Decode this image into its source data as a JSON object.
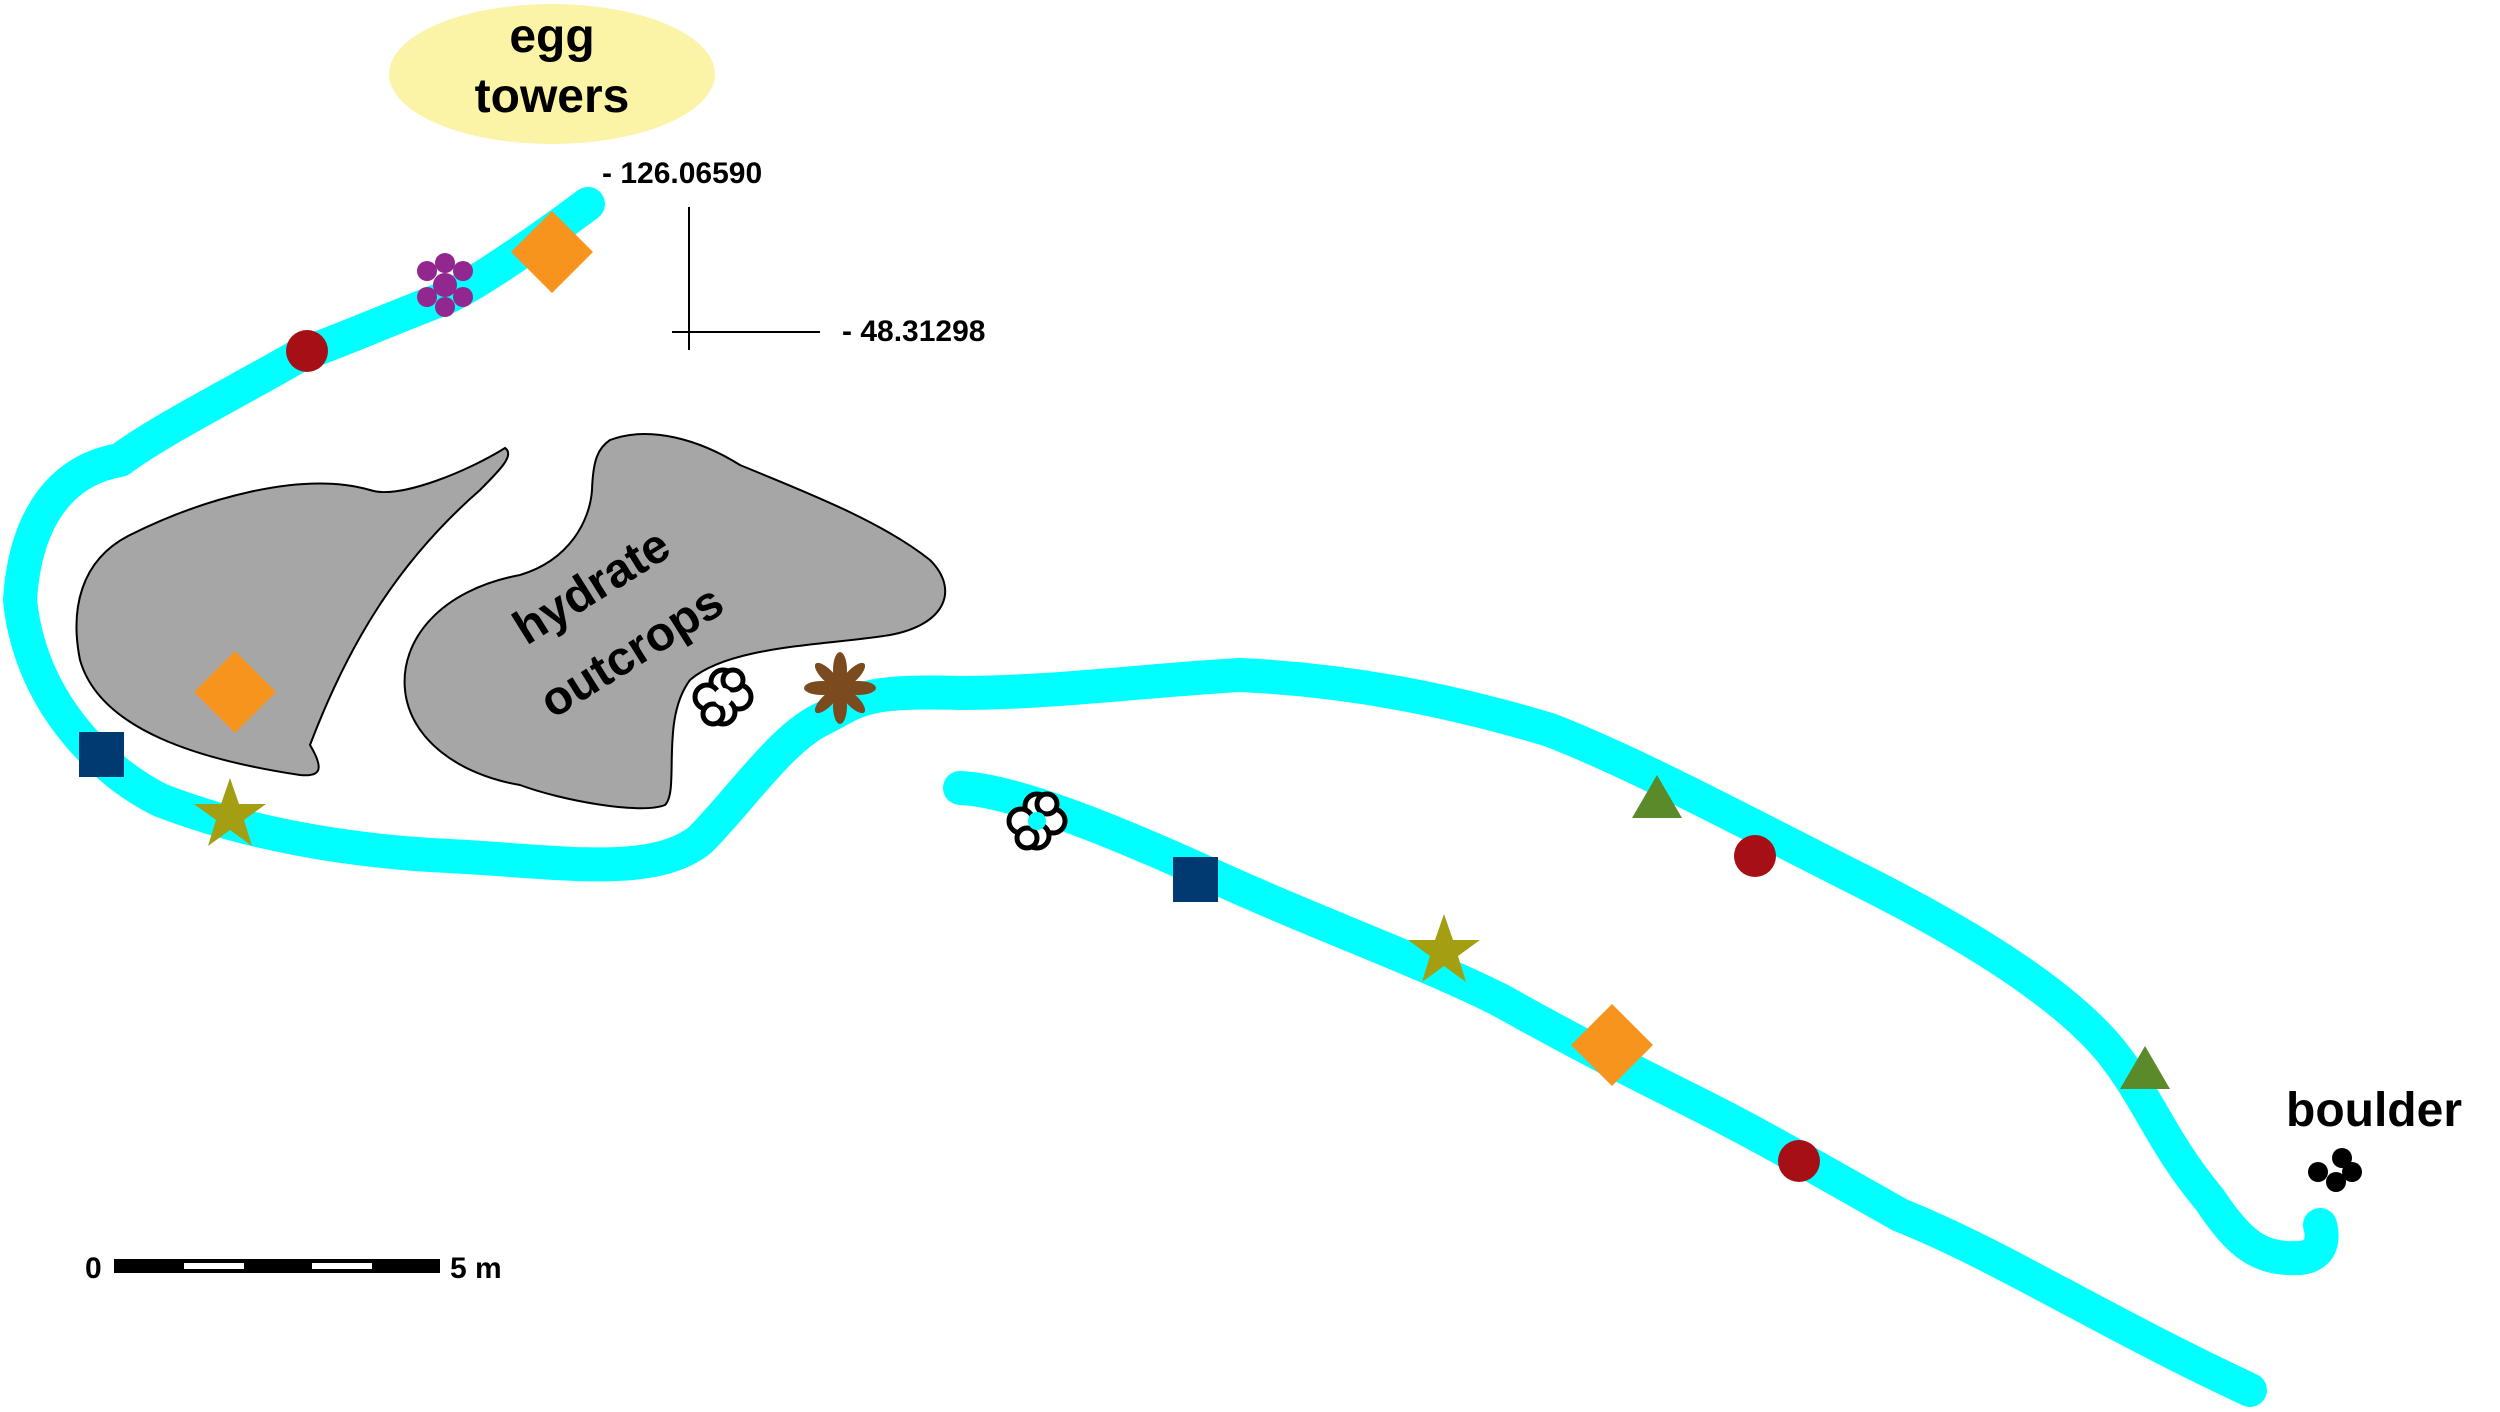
{
  "labels": {
    "egg_towers_line1": "egg",
    "egg_towers_line2": "towers",
    "hydrate_line1": "hydrate",
    "hydrate_line2": "outcrops",
    "boulder": "boulder",
    "longitude": "- 126.06590",
    "latitude": "- 48.31298"
  },
  "scale_bar": {
    "start_label": "0",
    "end_label": "5 m"
  },
  "colors": {
    "track": "#00ffff",
    "outcrop": "#a6a6a6",
    "egg_towers_fill": "#fbf3a6",
    "marker_red_circle": "#a50f15",
    "marker_orange_diamond": "#f7941d",
    "marker_purple_flower": "#92278f",
    "marker_blue_square": "#003a70",
    "marker_olive_star": "#a39e12",
    "marker_green_triangle": "#5a8a2a",
    "marker_brown_asterisk": "#7b4a1f"
  }
}
